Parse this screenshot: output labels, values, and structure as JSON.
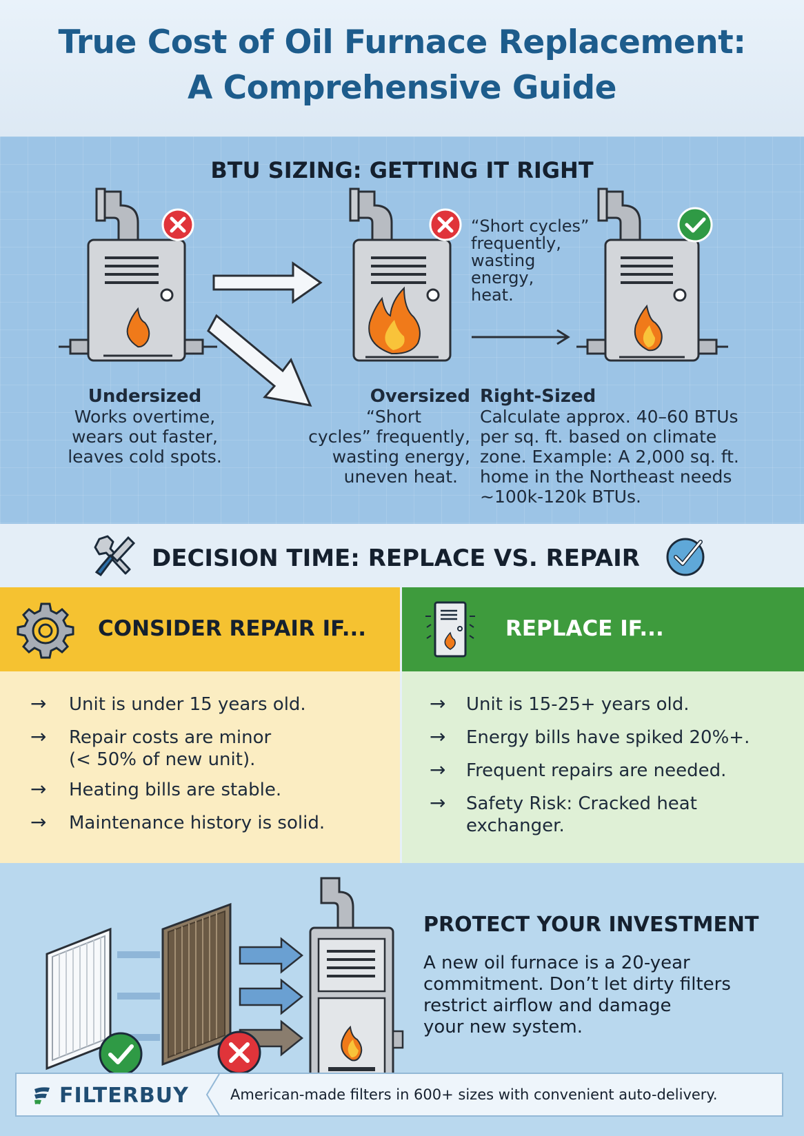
{
  "title": {
    "line1": "True Cost of Oil Furnace Replacement:",
    "line2": "A Comprehensive Guide"
  },
  "btu": {
    "heading": "BTU SIZING: GETTING IT RIGHT",
    "annotation": [
      "“Short cycles”",
      "frequently,",
      "wasting",
      "energy,",
      "heat."
    ],
    "undersized": {
      "title": "Undersized",
      "lines": [
        "Works overtime,",
        "wears out faster,",
        "leaves cold spots."
      ]
    },
    "oversized": {
      "title": "Oversized",
      "lines": [
        "“Short",
        "cycles” frequently,",
        "wasting energy,",
        "uneven heat."
      ]
    },
    "right_sized": {
      "title": "Right-Sized",
      "lines": [
        "Calculate approx. 40–60 BTUs",
        "per sq. ft. based on climate",
        "zone. Example: A 2,000 sq. ft.",
        "home in the Northeast needs",
        "~100k-120k BTUs."
      ]
    }
  },
  "decision": {
    "heading": "DECISION TIME: REPLACE VS. REPAIR"
  },
  "repair": {
    "heading": "CONSIDER REPAIR IF...",
    "items": [
      [
        "Unit is under 15 years old."
      ],
      [
        "Repair costs are minor",
        "(< 50% of new unit)."
      ],
      [
        "Heating bills are stable."
      ],
      [
        "Maintenance history is solid."
      ]
    ]
  },
  "replace": {
    "heading": "REPLACE IF...",
    "items": [
      [
        "Unit is 15-25+ years old."
      ],
      [
        "Energy bills have spiked 20%+."
      ],
      [
        "Frequent repairs are needed."
      ],
      [
        "Safety Risk: Cracked heat",
        "exchanger."
      ]
    ]
  },
  "protect": {
    "heading": "PROTECT YOUR INVESTMENT",
    "lines": [
      "A new oil furnace is a 20-year",
      "commitment. Don’t let dirty filters",
      "restrict airflow and damage",
      "your new system."
    ]
  },
  "footer": {
    "brand": "FILTERBUY",
    "tagline": "American-made filters in 600+ sizes with convenient auto-delivery."
  },
  "icons": {
    "bad": "x-circle-icon",
    "good": "check-circle-icon",
    "colors": {
      "bad": "#e0343a",
      "good": "#2f9a45",
      "flame": "#f07a1a",
      "brand": "#1f4d73"
    }
  }
}
